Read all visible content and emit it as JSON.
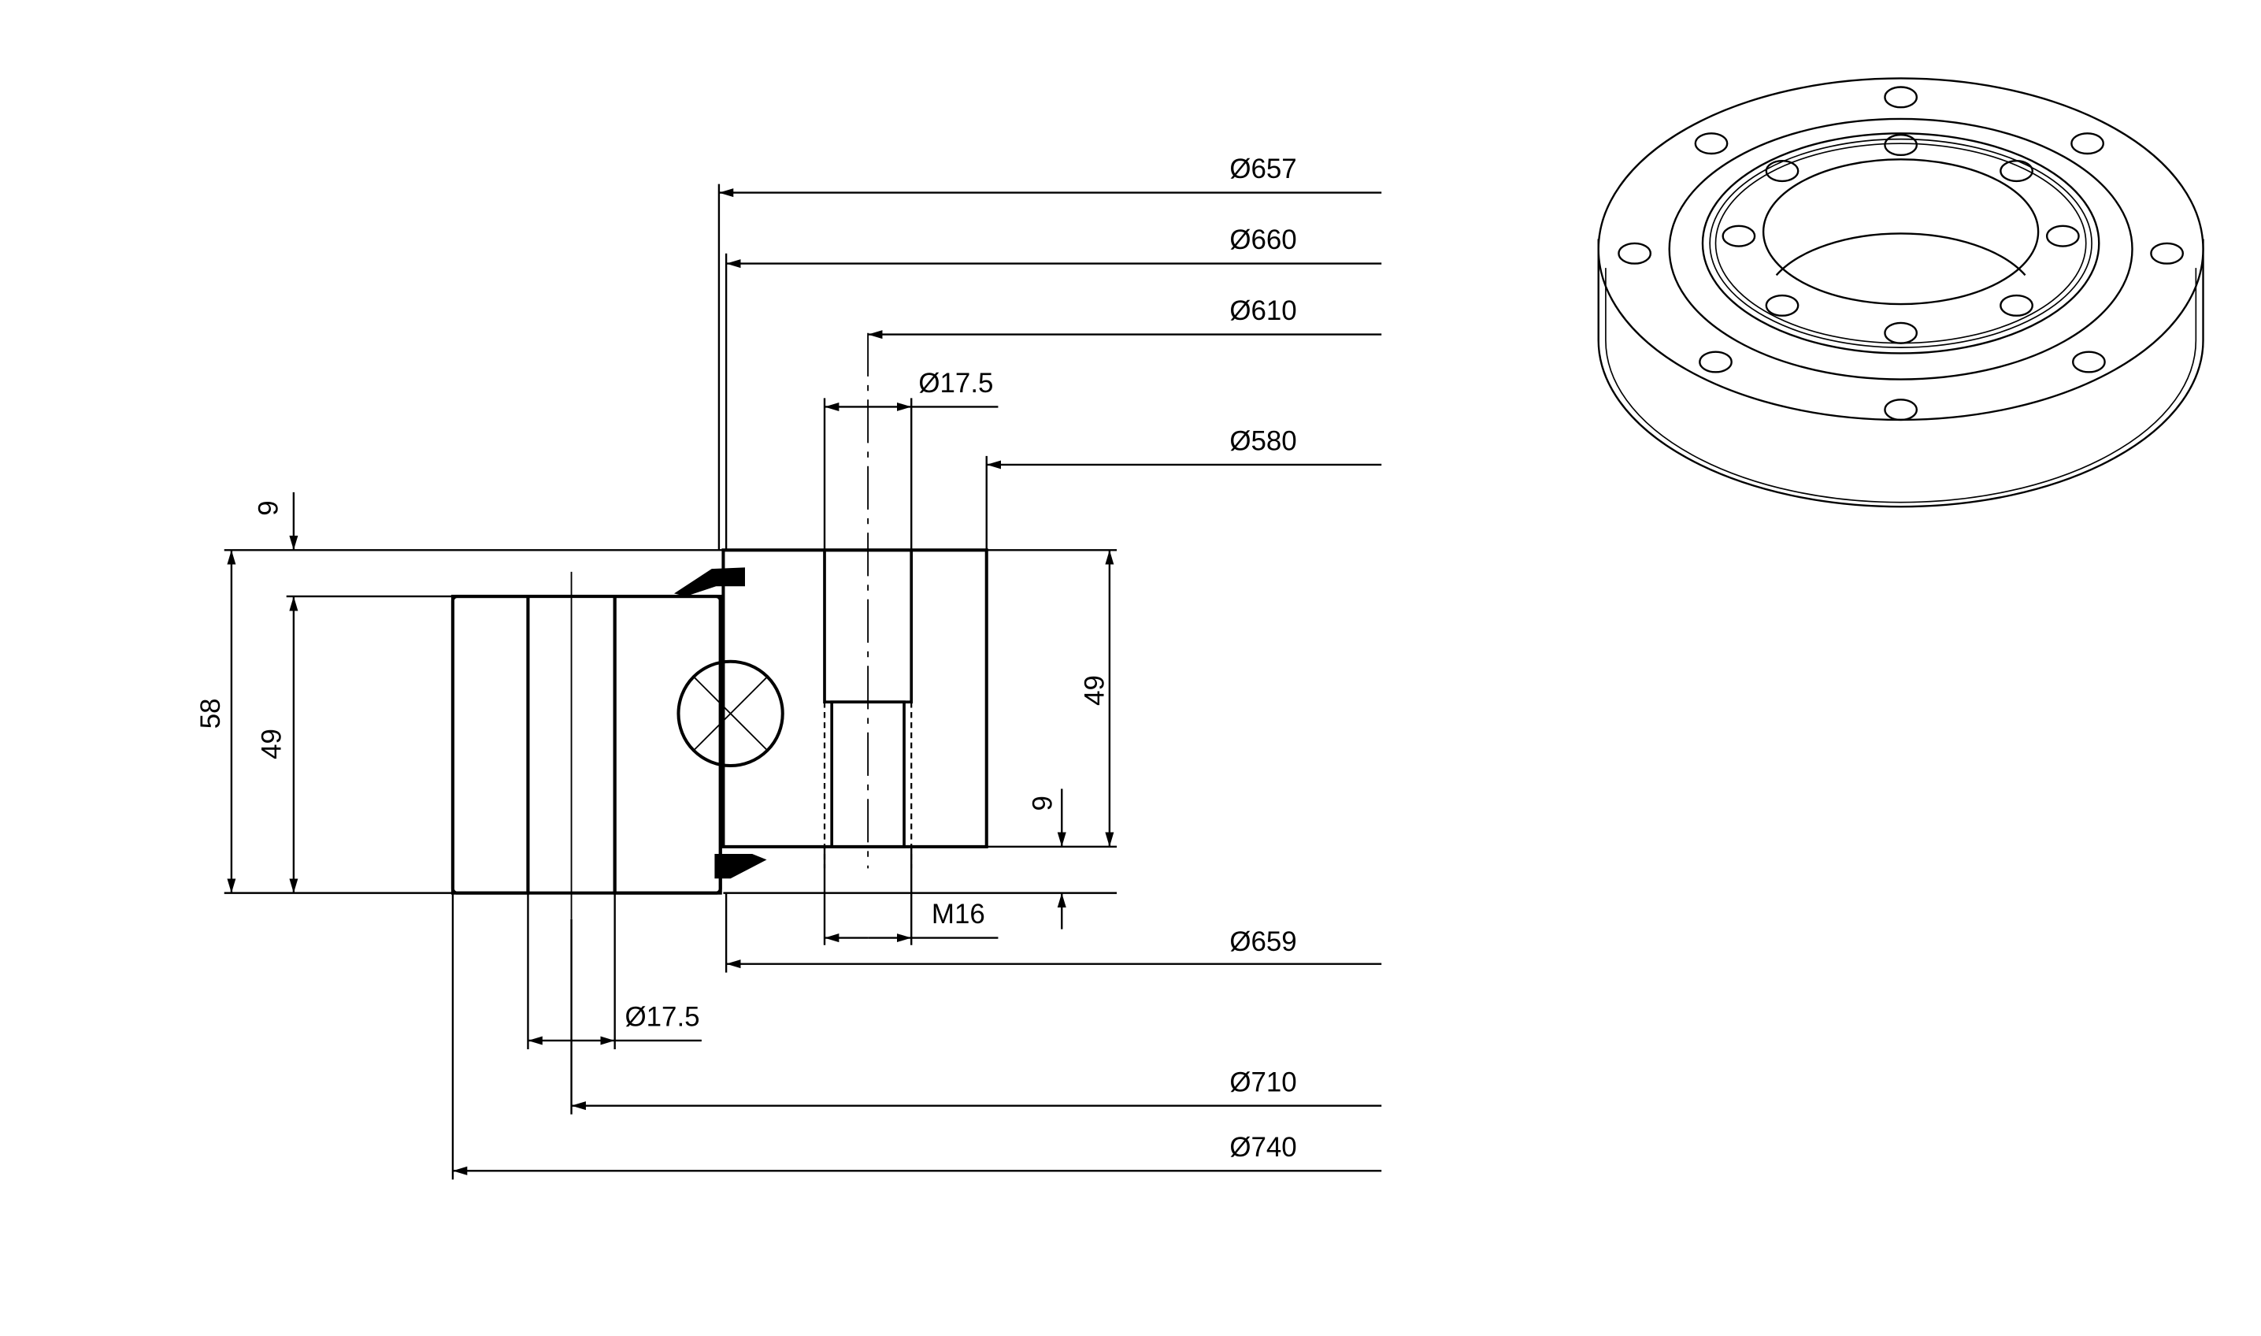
{
  "diagram": {
    "dimensions": {
      "d657": "Ø657",
      "d660": "Ø660",
      "d610": "Ø610",
      "d17_5_top": "Ø17.5",
      "d580": "Ø580",
      "d659": "Ø659",
      "d17_5_bottom": "Ø17.5",
      "d710": "Ø710",
      "d740": "Ø740",
      "m16": "M16",
      "h58": "58",
      "h49_left": "49",
      "h49_right": "49",
      "h9_top": "9",
      "h9_right": "9"
    }
  }
}
